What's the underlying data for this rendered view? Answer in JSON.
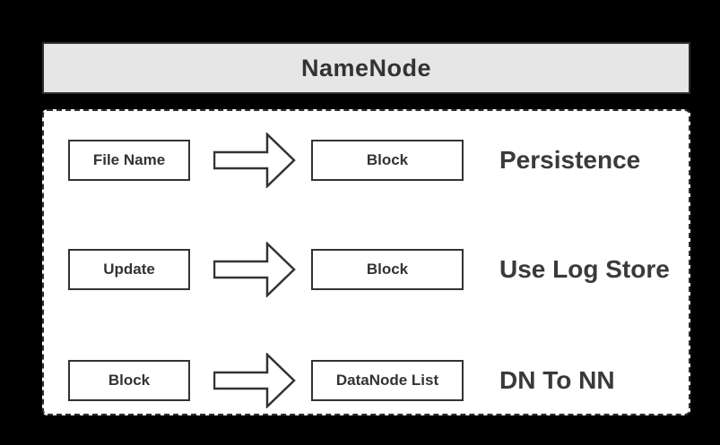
{
  "colors": {
    "background": "#000000",
    "header_fill": "#e6e6e6",
    "panel_fill": "#ffffff",
    "line": "#333333",
    "text": "#333333"
  },
  "header": {
    "title": "NameNode"
  },
  "panel": {
    "rows": [
      {
        "source": "File Name",
        "target": "Block",
        "label": "Persistence"
      },
      {
        "source": "Update",
        "target": "Block",
        "label": "Use Log Store"
      },
      {
        "source": "Block",
        "target": "DataNode List",
        "label": "DN To NN"
      }
    ]
  }
}
